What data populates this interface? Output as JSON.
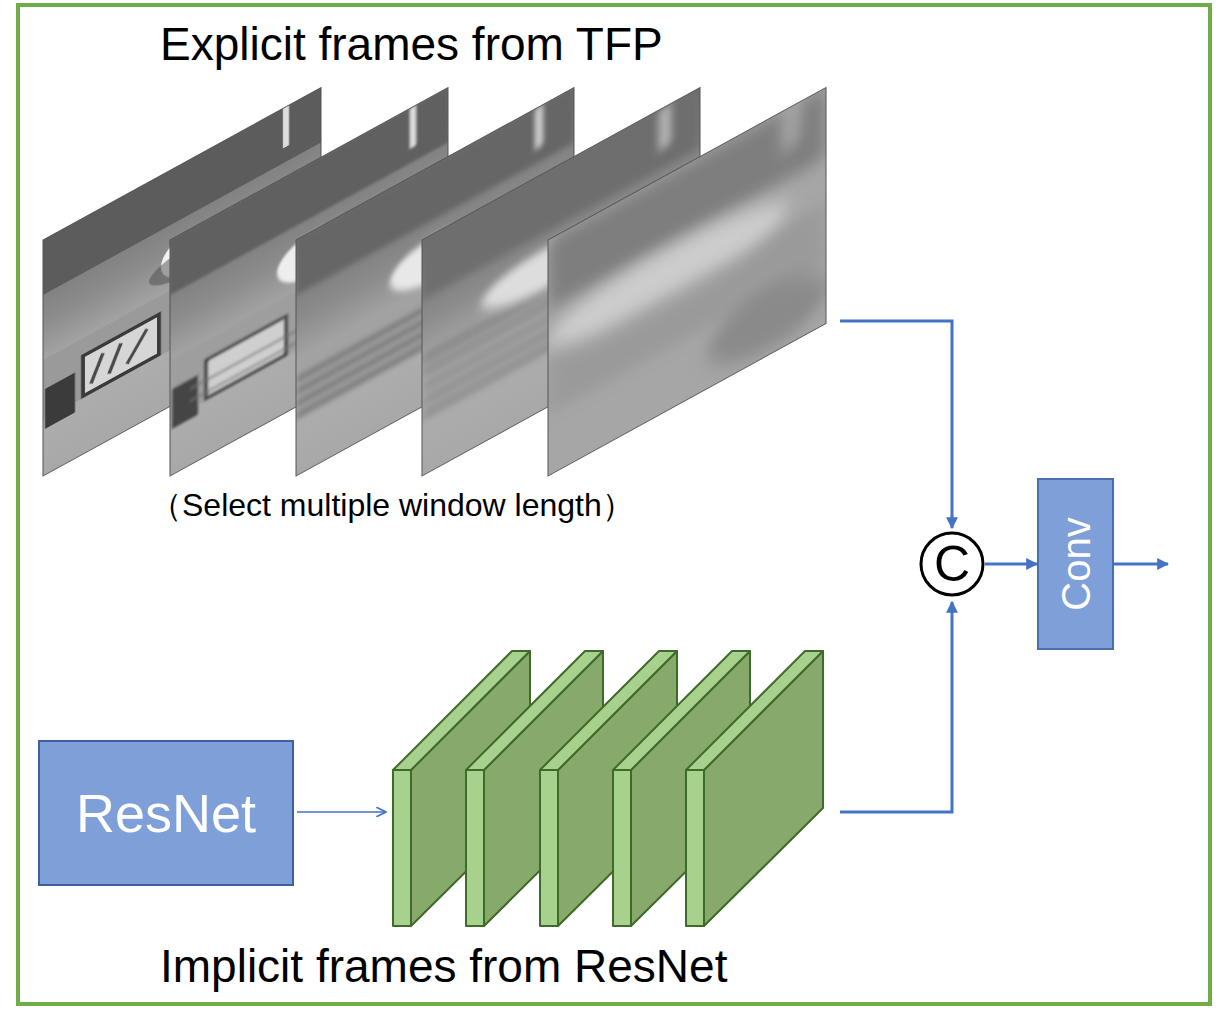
{
  "diagram": {
    "nodes": [
      {
        "text": [
          "C"
        ]
      },
      {
        "text": [
          "Conv"
        ]
      },
      {
        "text": [
          "ResNet"
        ]
      }
    ],
    "edges": [
      {
        "from": 0,
        "to": 1,
        "arrow": "to"
      }
    ],
    "labels": [
      "Explicit frames from TFP",
      "（Select multiple window length）",
      "Implicit frames from ResNet"
    ]
  }
}
